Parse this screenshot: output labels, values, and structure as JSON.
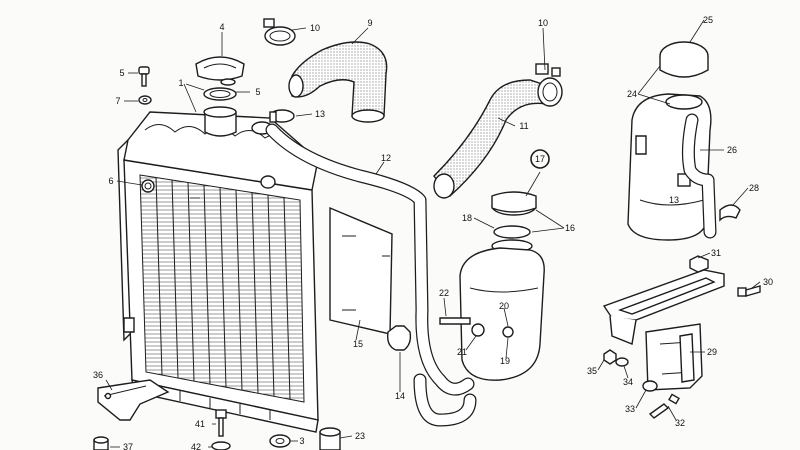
{
  "callouts": [
    {
      "id": "c1",
      "label": "1"
    },
    {
      "id": "c3",
      "label": "3"
    },
    {
      "id": "c4",
      "label": "4"
    },
    {
      "id": "c5a",
      "label": "5"
    },
    {
      "id": "c5b",
      "label": "5"
    },
    {
      "id": "c6",
      "label": "6"
    },
    {
      "id": "c7",
      "label": "7"
    },
    {
      "id": "c9",
      "label": "9"
    },
    {
      "id": "c10a",
      "label": "10"
    },
    {
      "id": "c10b",
      "label": "10"
    },
    {
      "id": "c11",
      "label": "11"
    },
    {
      "id": "c12",
      "label": "12"
    },
    {
      "id": "c13a",
      "label": "13"
    },
    {
      "id": "c13b",
      "label": "13"
    },
    {
      "id": "c14",
      "label": "14"
    },
    {
      "id": "c15",
      "label": "15"
    },
    {
      "id": "c16",
      "label": "16"
    },
    {
      "id": "c17",
      "label": "17"
    },
    {
      "id": "c18",
      "label": "18"
    },
    {
      "id": "c19",
      "label": "19"
    },
    {
      "id": "c20",
      "label": "20"
    },
    {
      "id": "c21",
      "label": "21"
    },
    {
      "id": "c22",
      "label": "22"
    },
    {
      "id": "c23",
      "label": "23"
    },
    {
      "id": "c24",
      "label": "24"
    },
    {
      "id": "c25",
      "label": "25"
    },
    {
      "id": "c26",
      "label": "26"
    },
    {
      "id": "c28",
      "label": "28"
    },
    {
      "id": "c29",
      "label": "29"
    },
    {
      "id": "c30",
      "label": "30"
    },
    {
      "id": "c31",
      "label": "31"
    },
    {
      "id": "c32",
      "label": "32"
    },
    {
      "id": "c33",
      "label": "33"
    },
    {
      "id": "c34",
      "label": "34"
    },
    {
      "id": "c35",
      "label": "35"
    },
    {
      "id": "c36",
      "label": "36"
    },
    {
      "id": "c37",
      "label": "37"
    },
    {
      "id": "c41",
      "label": "41"
    },
    {
      "id": "c42",
      "label": "42"
    }
  ],
  "highlighted_callout": "17",
  "colors": {
    "ink": "#1d1d1d",
    "paper": "#fbfbf9"
  }
}
